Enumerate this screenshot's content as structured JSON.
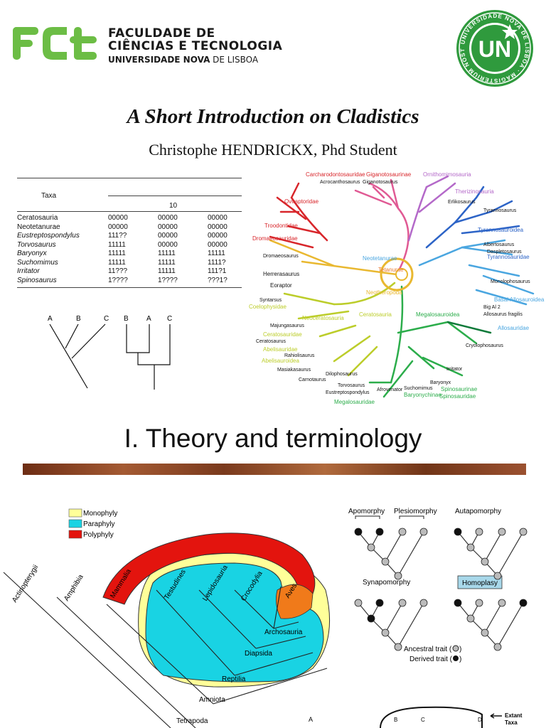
{
  "header": {
    "fct_line1": "FACULDADE DE",
    "fct_line2": "CIÊNCIAS E TECNOLOGIA",
    "fct_line3_bold": "UNIVERSIDADE NOVA",
    "fct_line3_rest": " DE LISBOA",
    "logo_letters": "FCT",
    "seal_text": "UNIVERSIDADE NOVA DE LISBOA",
    "seal_motto": "MAGISTERIUM NOSTRUM · DIVISA NON STABIT",
    "brand_green": "#6cbd45"
  },
  "title": "A Short Introduction on Cladistics",
  "author": "Christophe HENDRICKX, Phd Student",
  "matrix": {
    "header": "Taxa",
    "col_number": "10",
    "rows": [
      {
        "taxon": "Ceratosauria",
        "italic": false,
        "a": "00000",
        "b": "00000",
        "c": "00000"
      },
      {
        "taxon": "Neotetanurae",
        "italic": false,
        "a": "00000",
        "b": "00000",
        "c": "00000"
      },
      {
        "taxon": "Eustreptospondylus",
        "italic": true,
        "a": "111??",
        "b": "00000",
        "c": "00000"
      },
      {
        "taxon": "Torvosaurus",
        "italic": true,
        "a": "11111",
        "b": "00000",
        "c": "00000"
      },
      {
        "taxon": "Baryonyx",
        "italic": true,
        "a": "11111",
        "b": "11111",
        "c": "11111"
      },
      {
        "taxon": "Suchomimus",
        "italic": true,
        "a": "11111",
        "b": "11111",
        "c": "1111?"
      },
      {
        "taxon": "Irritator",
        "italic": true,
        "a": "11???",
        "b": "11111",
        "c": "111?1"
      },
      {
        "taxon": "Spinosaurus",
        "italic": true,
        "a": "1????",
        "b": "1????",
        "c": "???1?"
      }
    ]
  },
  "small_trees": {
    "left": [
      "A",
      "B",
      "C"
    ],
    "right": [
      "B",
      "A",
      "C"
    ]
  },
  "radial_tree": {
    "labels": {
      "carcharodontosauridae": "Carcharodontosauridae",
      "giganotosaurinae": "Giganotosaurinae",
      "ornithomimosauria": "Ornithomimosauria",
      "therizinosauria": "Therizinosauria",
      "tyrannosauroidea": "Tyrannosauroidea",
      "tyrannosauridae": "Tyrannosauridae",
      "oviraptoridae": "Oviraptoridae",
      "troodontidae": "Troodontidae",
      "dromaeosauridae": "Dromaeosauridae",
      "neotetanurae": "Neotetanurae",
      "tetanurae": "Tetanurae",
      "neotheropoda": "Neotheropoda",
      "basal_allosauroidea": "Basal Allosauroidea",
      "allosauridae": "Allosauridae",
      "coelophysidae": "Coelophysidae",
      "neoceratosauria": "Neoceratosauria",
      "ceratosauria": "Ceratosauria",
      "megalosauroidea": "Megalosauroidea",
      "ceratosauridae": "Ceratosauridae",
      "abelisauridae": "Abelisauridae",
      "abelisauroidea": "Abelisauroidea",
      "megalosauridae": "Megalosauridae",
      "baryonychinae": "Baryonychinae",
      "spinosaurinae": "Spinosaurinae",
      "spinosauridae": "Spinosauridae",
      "herrerasaurus": "Herrerasaurus",
      "eoraptor": "Eoraptor",
      "syntarsus": "Syntarsus",
      "dilophosaurus": "Dilophosaurus",
      "cryolophosaurus": "Cryolophosaurus",
      "irritator": "Irritator",
      "baryonyx": "Baryonyx",
      "suchomimus": "Suchomimus",
      "torvosaurus": "Torvosaurus",
      "afrovenator": "Afrovenator",
      "eustreptospondylus": "Eustreptospondylus",
      "acrocanthosaurus": "Acrocanthosaurus",
      "giganotosaurus": "Giganotosaurus",
      "allosaurus_fragilis": "Allosaurus fragilis",
      "big_al_2": "Big Al 2",
      "monolophosaurus": "Monolophosaurus",
      "dromaeosaurus": "Dromaeosaurus",
      "tyrannosaurus": "Tyrannosaurus",
      "albertosaurus": "Albertosaurus",
      "daspletosaurus": "Daspletosaurus",
      "erlikosaurus": "Erlikosaurus",
      "ceratosaurus": "Ceratosaurus",
      "masiakasaurus": "Masiakasaurus",
      "rahiolisaurus": "Rahiolisaurus",
      "majungasaurus": "Majungasaurus",
      "carnotaurus": "Carnotaurus"
    },
    "colors": {
      "red": "#d8262b",
      "orange": "#e9772a",
      "pink": "#e05a94",
      "purple": "#b469c9",
      "blue": "#2d64c7",
      "lightblue": "#4aa6e0",
      "yellow": "#e9b830",
      "lime": "#bccd2a",
      "green": "#2cad4b",
      "darkgreen": "#0f7a3a"
    }
  },
  "section_heading": "I. Theory and terminology",
  "phylo": {
    "legend": [
      "Monophyly",
      "Paraphyly",
      "Polyphyly"
    ],
    "legend_colors": [
      "#ffff99",
      "#19d3e3",
      "#e3140e"
    ],
    "taxa": [
      "Actinopterygii",
      "Amphibia",
      "Mammalia",
      "Testudines",
      "Lepidosauria",
      "Crocodylia",
      "Aves"
    ],
    "nodes": [
      "Archosauria",
      "Diapsida",
      "Reptilia",
      "Amniota",
      "Tetrapoda"
    ]
  },
  "traits": {
    "labels": [
      "Apomorphy",
      "Plesiomorphy",
      "Autapomorphy",
      "Synapomorphy",
      "Homoplasy"
    ],
    "ancestral": "Ancestral trait (",
    "derived": "Derived trait (",
    "close_paren": ")",
    "homoplasy_bg": "#a8d8ea"
  },
  "bottom": {
    "letters": [
      "A",
      "B",
      "C",
      "D"
    ],
    "extant": "Extant",
    "taxa": "Taxa"
  }
}
